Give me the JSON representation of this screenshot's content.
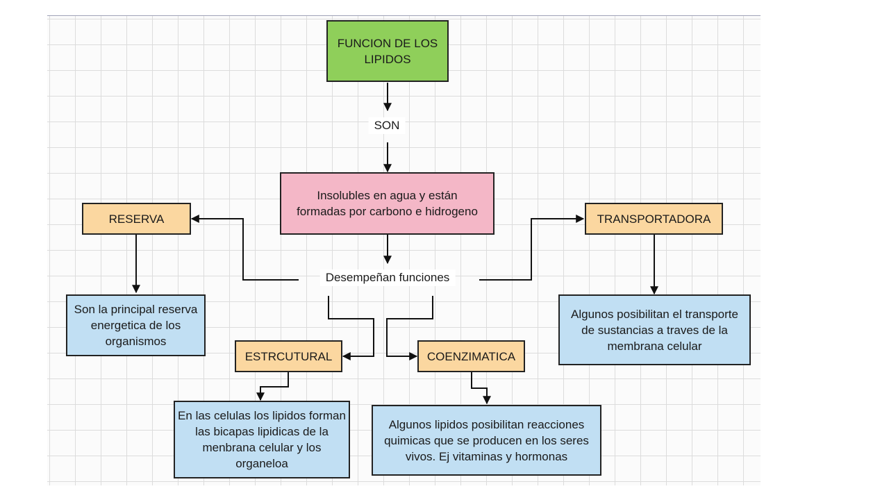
{
  "nodes": {
    "root": "FUNCION DE LOS LIPIDOS",
    "definition": "Insolubles en agua y están formadas por carbono e hidrogeno",
    "reserva": "RESERVA",
    "reserva_desc": "Son la principal reserva energetica de los organismos",
    "estructural": "ESTRCUTURAL",
    "estructural_desc": "En las celulas los lipidos forman las bicapas lipidicas de la menbrana celular y los organeloa",
    "coenzimatica": "COENZIMATICA",
    "coenzimatica_desc": "Algunos lipidos posibilitan reacciones quimicas que se producen en los seres vivos. Ej vitaminas y hormonas",
    "transportadora": "TRANSPORTADORA",
    "transportadora_desc": "Algunos posibilitan el transporte de sustancias a traves de la membrana celular"
  },
  "connectors": {
    "son": "SON",
    "desempenan": "Desempeñan funciones"
  },
  "colors": {
    "root": "#8fcf5a",
    "definition": "#f4b7c7",
    "category": "#fbd7a0",
    "description": "#c1dff3"
  }
}
